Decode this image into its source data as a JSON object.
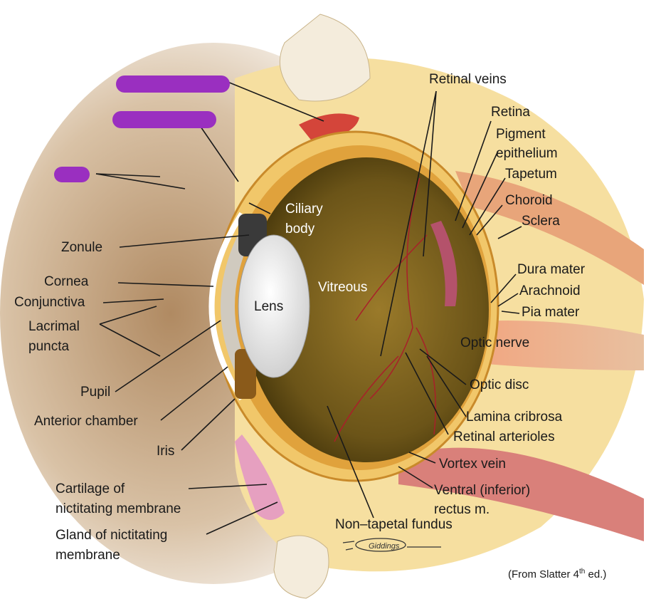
{
  "labels": {
    "retinal_veins": "Retinal veins",
    "retina": "Retina",
    "pigment_epithelium_1": "Pigment",
    "pigment_epithelium_2": "epithelium",
    "tapetum": "Tapetum",
    "choroid": "Choroid",
    "sclera": "Sclera",
    "ciliary_body_1": "Ciliary",
    "ciliary_body_2": "body",
    "zonule": "Zonule",
    "cornea": "Cornea",
    "conjunctiva": "Conjunctiva",
    "lacrimal_puncta_1": "Lacrimal",
    "lacrimal_puncta_2": "puncta",
    "vitreous": "Vitreous",
    "lens": "Lens",
    "dura_mater": "Dura mater",
    "arachnoid": "Arachnoid",
    "pia_mater": "Pia mater",
    "optic_nerve": "Optic nerve",
    "optic_disc": "Optic disc",
    "pupil": "Pupil",
    "anterior_chamber": "Anterior chamber",
    "lamina_cribrosa": "Lamina cribrosa",
    "retinal_arterioles": "Retinal arterioles",
    "iris": "Iris",
    "vortex_vein": "Vortex vein",
    "ventral_rectus_1": "Ventral (inferior)",
    "ventral_rectus_2": "rectus m.",
    "cartilage_1": "Cartilage of",
    "cartilage_2": "nictitating membrane",
    "gland_1": "Gland of nictitating",
    "gland_2": "membrane",
    "non_tapetal_fundus": "Non–tapetal fundus"
  },
  "credit": {
    "prefix": "(From Slatter 4",
    "sup": "th",
    "suffix": " ed.)"
  },
  "signature": "Giddings",
  "colors": {
    "redaction": "#9a2fc0",
    "sclera": "#f1c76a",
    "vitreous": "#6b5418",
    "lens": "#e8e8e8",
    "muscle": "#d9807a"
  }
}
